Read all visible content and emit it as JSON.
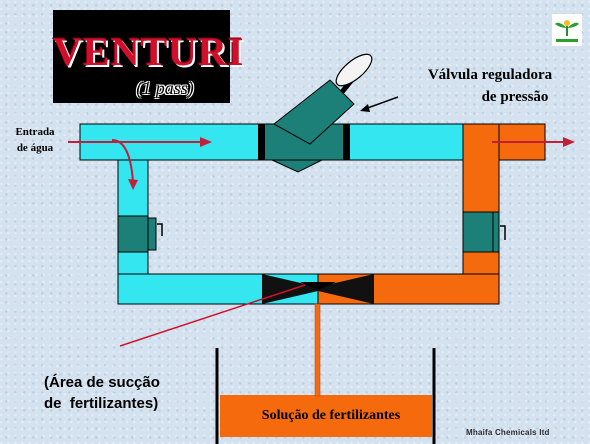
{
  "title": "VENTURI",
  "subtitle": "(1 pass)",
  "labels": {
    "valve": [
      "Válvula reguladora",
      "de pressão"
    ],
    "inlet": [
      "Entrada",
      "de água"
    ],
    "suction": [
      "(Área de sucção",
      "de  fertilizantes)"
    ],
    "tank": "Solução de fertilizantes"
  },
  "footer": "Mhaifa Chemicals ltd",
  "colors": {
    "background": "#d4e2ef",
    "inlet_pipe": "#33e6f0",
    "outlet_pipe": "#f66a0e",
    "valve_body": "#1c7f78",
    "title_red": "#d0102a",
    "flow_arrow": "#c0203a"
  },
  "icons": [
    "valve-handle-icon",
    "company-logo-icon"
  ]
}
